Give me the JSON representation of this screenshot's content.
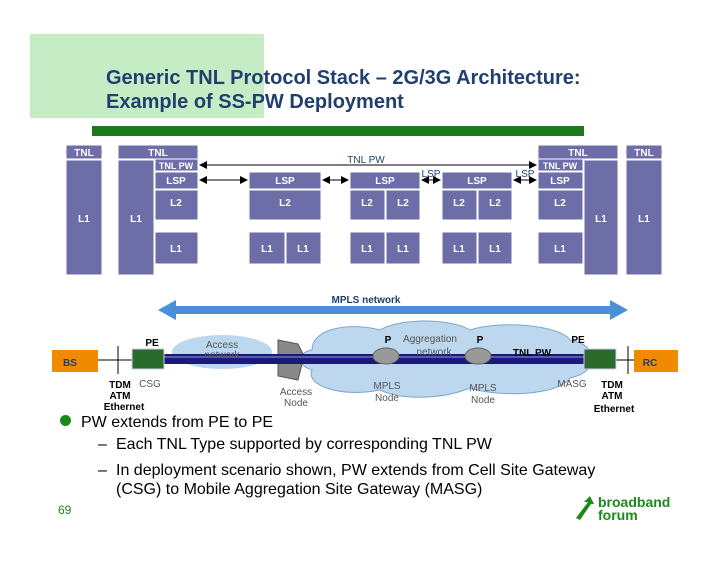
{
  "slide": {
    "title_line1": "Generic TNL Protocol Stack – 2G/3G Architecture:",
    "title_line2": "Example of SS-PW Deployment",
    "page_number": "69"
  },
  "stack": {
    "tnl": "TNL",
    "tnl_pw": "TNL PW",
    "lsp": "LSP",
    "l1": "L1",
    "l2": "L2"
  },
  "network": {
    "mpls_network": "MPLS network",
    "bs": "BS",
    "rc": "RC",
    "pe": "PE",
    "p": "P",
    "csg": "CSG",
    "masg": "MASG",
    "tnl_pw": "TNL PW",
    "access_network_1": "Access",
    "access_network_2": "network",
    "aggregation_network_1": "Aggregation",
    "aggregation_network_2": "network",
    "access_node_1": "Access",
    "access_node_2": "Node",
    "mpls_node_1": "MPLS",
    "mpls_node_2": "Node",
    "tdm": "TDM",
    "atm": "ATM",
    "ethernet": "Ethernet"
  },
  "bullets": {
    "main": "PW extends from PE to PE",
    "sub1": "Each TNL Type supported by corresponding TNL PW",
    "sub2_line1": "In deployment scenario shown, PW extends from Cell Site Gateway",
    "sub2_line2": "(CSG) to Mobile Aggregation Site Gateway (MASG)"
  },
  "logo": {
    "line1": "broadband",
    "line2": "forum"
  },
  "colors": {
    "stack_fill": "#6d6da7",
    "title_color": "#1f3f6f",
    "green_rule": "#1b7a1b",
    "mpls_arrow": "#4a90d9",
    "pw_tube": "#1a1a7a",
    "endpoint_box": "#f08a00"
  }
}
